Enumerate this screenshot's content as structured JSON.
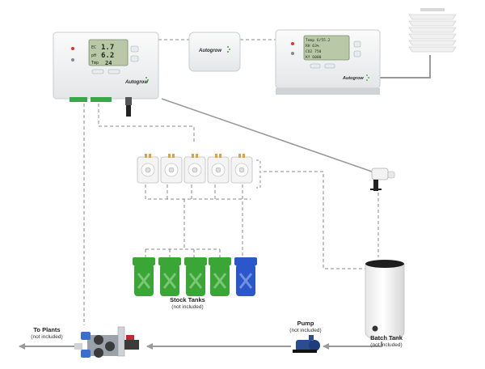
{
  "controller": {
    "brand": "Autogrow",
    "lcd": {
      "row1_tag": "EC",
      "row1_value": "1.7",
      "row2_tag": "pH",
      "row2_value": "6.2",
      "row3_tag": "Tmp",
      "row3_value": "24"
    }
  },
  "bridge": {
    "brand": "Autogrow"
  },
  "climate_controller": {
    "brand": "Autogrow",
    "lcd_lines": [
      "Temp 6/55.2",
      "RH 63%",
      "CO2 750",
      "Kf 6000"
    ]
  },
  "stock_tanks": {
    "title": "Stock Tanks",
    "note": "(not included)"
  },
  "batch_tank": {
    "title": "Batch Tank",
    "note": "(not included)"
  },
  "pump": {
    "title": "Pump",
    "note": "(not included)"
  },
  "to_plants": {
    "title": "To Plants",
    "note": "(not included)"
  },
  "colors": {
    "green_tank": "#3aa635",
    "blue_tank": "#2a57c9",
    "arrow_gray": "#9a9a9a",
    "dash_gray": "#8a8a8a",
    "led_green": "#2ec23a"
  }
}
